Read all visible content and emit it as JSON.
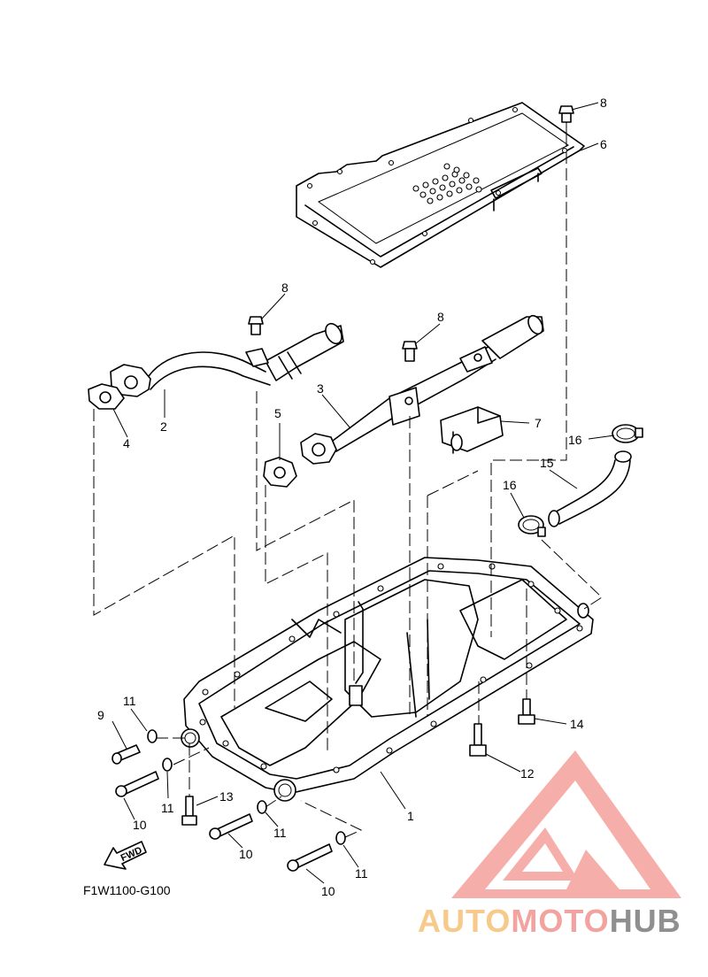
{
  "diagram_code": "F1W1100-G100",
  "direction_label": "FWD",
  "watermark": {
    "part1": "AUTO",
    "part2": "MOTO",
    "part3": "HUB",
    "color_logo": "#f28b86"
  },
  "callouts": {
    "c1": "1",
    "c2": "2",
    "c3": "3",
    "c4": "4",
    "c5": "5",
    "c6": "6",
    "c7": "7",
    "c8a": "8",
    "c8b": "8",
    "c8c": "8",
    "c9": "9",
    "c10a": "10",
    "c10b": "10",
    "c10c": "10",
    "c11a": "11",
    "c11b": "11",
    "c11c": "11",
    "c11d": "11",
    "c12": "12",
    "c13": "13",
    "c14": "14",
    "c15": "15",
    "c16a": "16",
    "c16b": "16"
  }
}
